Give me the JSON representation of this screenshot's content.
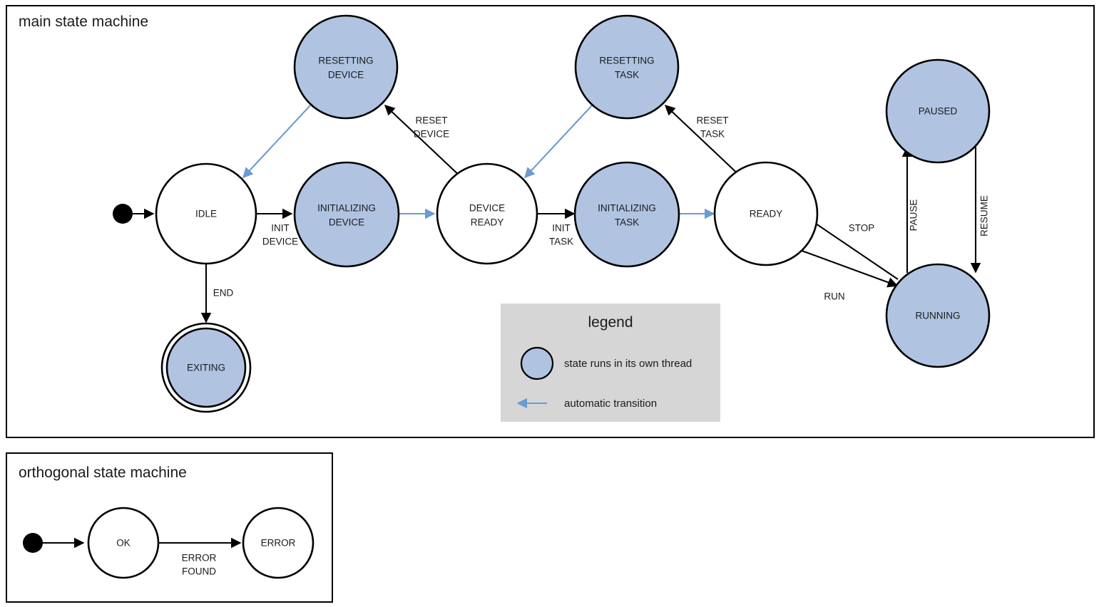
{
  "colors": {
    "thread_state_fill": "#b0c4e2",
    "auto_transition": "#6a9bd1",
    "legend_background": "#d6d6d6",
    "stroke": "#000000",
    "plain_state_fill": "#ffffff"
  },
  "frames": {
    "main": {
      "title": "main state machine"
    },
    "orthogonal": {
      "title": "orthogonal state machine"
    }
  },
  "legend": {
    "title": "legend",
    "entries": [
      {
        "symbol": "filled-circle",
        "text": "state runs in its own thread"
      },
      {
        "symbol": "left-arrow",
        "text": "automatic transition"
      }
    ]
  },
  "main_states": [
    {
      "id": "idle",
      "label_line1": "IDLE",
      "label_line2": "",
      "threaded": false,
      "final": false
    },
    {
      "id": "resetting-device",
      "label_line1": "RESETTING",
      "label_line2": "DEVICE",
      "threaded": true,
      "final": false
    },
    {
      "id": "initializing-device",
      "label_line1": "INITIALIZING",
      "label_line2": "DEVICE",
      "threaded": true,
      "final": false
    },
    {
      "id": "device-ready",
      "label_line1": "DEVICE",
      "label_line2": "READY",
      "threaded": false,
      "final": false
    },
    {
      "id": "resetting-task",
      "label_line1": "RESETTING",
      "label_line2": "TASK",
      "threaded": true,
      "final": false
    },
    {
      "id": "initializing-task",
      "label_line1": "INITIALIZING",
      "label_line2": "TASK",
      "threaded": true,
      "final": false
    },
    {
      "id": "ready",
      "label_line1": "READY",
      "label_line2": "",
      "threaded": false,
      "final": false
    },
    {
      "id": "paused",
      "label_line1": "PAUSED",
      "label_line2": "",
      "threaded": true,
      "final": false
    },
    {
      "id": "running",
      "label_line1": "RUNNING",
      "label_line2": "",
      "threaded": true,
      "final": false
    },
    {
      "id": "exiting",
      "label_line1": "EXITING",
      "label_line2": "",
      "threaded": true,
      "final": true
    }
  ],
  "main_transitions": [
    {
      "id": "start-idle",
      "from": "initial",
      "to": "idle",
      "label_line1": "",
      "label_line2": "",
      "automatic": false
    },
    {
      "id": "idle-initializing-device",
      "from": "idle",
      "to": "initializing-device",
      "label_line1": "INIT",
      "label_line2": "DEVICE",
      "automatic": false
    },
    {
      "id": "idle-exiting",
      "from": "idle",
      "to": "exiting",
      "label_line1": "END",
      "label_line2": "",
      "automatic": false
    },
    {
      "id": "initializing-device-ready",
      "from": "initializing-device",
      "to": "device-ready",
      "label_line1": "",
      "label_line2": "",
      "automatic": true
    },
    {
      "id": "resetting-device-idle",
      "from": "resetting-device",
      "to": "idle",
      "label_line1": "",
      "label_line2": "",
      "automatic": true
    },
    {
      "id": "device-ready-resetting",
      "from": "device-ready",
      "to": "resetting-device",
      "label_line1": "RESET",
      "label_line2": "DEVICE",
      "automatic": false
    },
    {
      "id": "device-ready-init-task",
      "from": "device-ready",
      "to": "initializing-task",
      "label_line1": "INIT",
      "label_line2": "TASK",
      "automatic": false
    },
    {
      "id": "resetting-task-device-ready",
      "from": "resetting-task",
      "to": "device-ready",
      "label_line1": "",
      "label_line2": "",
      "automatic": true
    },
    {
      "id": "initializing-task-ready",
      "from": "initializing-task",
      "to": "ready",
      "label_line1": "",
      "label_line2": "",
      "automatic": true
    },
    {
      "id": "ready-resetting-task",
      "from": "ready",
      "to": "resetting-task",
      "label_line1": "RESET",
      "label_line2": "TASK",
      "automatic": false
    },
    {
      "id": "ready-running",
      "from": "ready",
      "to": "running",
      "label_line1": "RUN",
      "label_line2": "",
      "automatic": false
    },
    {
      "id": "running-ready",
      "from": "running",
      "to": "ready",
      "label_line1": "STOP",
      "label_line2": "",
      "automatic": false
    },
    {
      "id": "running-paused",
      "from": "running",
      "to": "paused",
      "label_line1": "PAUSE",
      "label_line2": "",
      "automatic": false
    },
    {
      "id": "paused-running",
      "from": "paused",
      "to": "running",
      "label_line1": "RESUME",
      "label_line2": "",
      "automatic": false
    }
  ],
  "orthogonal_states": [
    {
      "id": "ok",
      "label_line1": "OK",
      "threaded": false,
      "final": false
    },
    {
      "id": "error",
      "label_line1": "ERROR",
      "threaded": false,
      "final": false
    }
  ],
  "orthogonal_transitions": [
    {
      "id": "start-ok",
      "from": "initial",
      "to": "ok",
      "label_line1": "",
      "label_line2": ""
    },
    {
      "id": "ok-error",
      "from": "ok",
      "to": "error",
      "label_line1": "ERROR",
      "label_line2": "FOUND"
    }
  ]
}
